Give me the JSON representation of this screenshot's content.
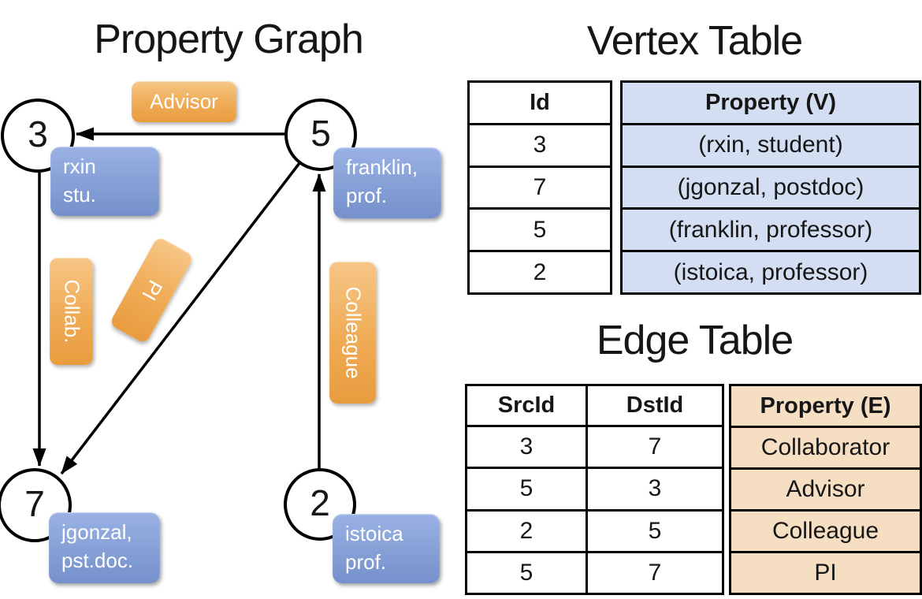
{
  "colors": {
    "edge_label_orange": "#EDA64C",
    "vertex_label_blue": "#7E99D0",
    "vertex_table_fill": "#D4DEF2",
    "edge_table_fill": "#F5DEC2",
    "line_color": "#000000"
  },
  "graph": {
    "title": "Property Graph",
    "nodes": [
      {
        "id": "3",
        "line1": "rxin",
        "line2": "stu."
      },
      {
        "id": "5",
        "line1": "franklin,",
        "line2": "prof."
      },
      {
        "id": "7",
        "line1": "jgonzal,",
        "line2": "pst.doc."
      },
      {
        "id": "2",
        "line1": "istoica",
        "line2": "prof."
      }
    ],
    "edge_labels": {
      "advisor": "Advisor",
      "collab": "Collab.",
      "pi": "PI",
      "colleague": "Colleague"
    }
  },
  "vertex_table": {
    "title": "Vertex Table",
    "columns": {
      "id": "Id",
      "property": "Property (V)"
    },
    "rows": [
      {
        "id": "3",
        "property": "(rxin, student)"
      },
      {
        "id": "7",
        "property": "(jgonzal, postdoc)"
      },
      {
        "id": "5",
        "property": "(franklin, professor)"
      },
      {
        "id": "2",
        "property": "(istoica, professor)"
      }
    ]
  },
  "edge_table": {
    "title": "Edge Table",
    "columns": {
      "src": "SrcId",
      "dst": "DstId",
      "property": "Property (E)"
    },
    "rows": [
      {
        "src": "3",
        "dst": "7",
        "property": "Collaborator"
      },
      {
        "src": "5",
        "dst": "3",
        "property": "Advisor"
      },
      {
        "src": "2",
        "dst": "5",
        "property": "Colleague"
      },
      {
        "src": "5",
        "dst": "7",
        "property": "PI"
      }
    ]
  }
}
